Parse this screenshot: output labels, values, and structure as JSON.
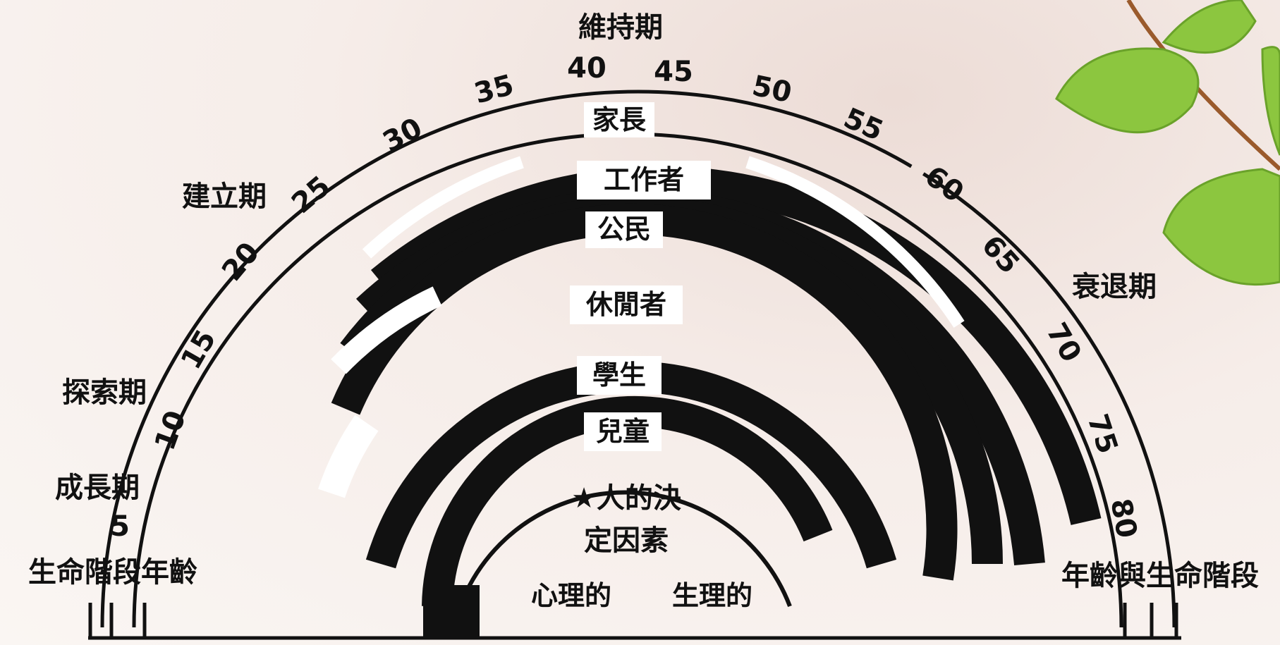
{
  "stages": {
    "maintenance": "維持期",
    "establishment": "建立期",
    "exploration": "探索期",
    "growth": "成長期",
    "decline": "衰退期"
  },
  "ages": [
    "5",
    "10",
    "15",
    "20",
    "25",
    "30",
    "35",
    "40",
    "45",
    "50",
    "55",
    "60",
    "65",
    "70",
    "75",
    "80"
  ],
  "roles": {
    "parent": "家長",
    "worker": "工作者",
    "citizen": "公民",
    "leisurite": "休閒者",
    "student": "學生",
    "child": "兒童"
  },
  "determinants": {
    "title_line1": "★人的決",
    "title_line2": "定因素",
    "psychological": "心理的",
    "biological": "生理的"
  },
  "corner_labels": {
    "left": "生命階段年齡",
    "right": "年齡與生命階段"
  },
  "colors": {
    "ink": "#111111",
    "background": "#f6ede9",
    "leaf": "#8cc63f",
    "stem": "#9a5a2c"
  }
}
